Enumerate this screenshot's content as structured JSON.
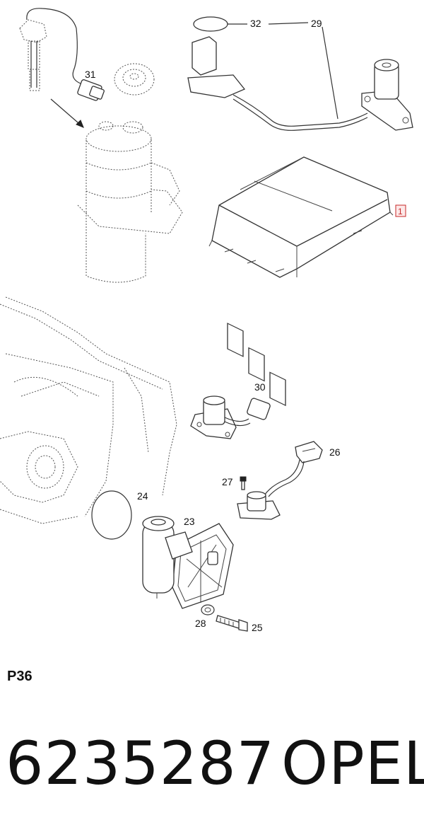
{
  "callouts": {
    "c1": "1",
    "c23": "23",
    "c24": "24",
    "c25": "25",
    "c26": "26",
    "c27": "27",
    "c28": "28",
    "c29": "29",
    "c30": "30",
    "c31": "31",
    "c32": "32"
  },
  "section_code": "P36",
  "part_number": "6235287",
  "manufacturer": "OPEL",
  "colors": {
    "highlight": "#c62828",
    "ink": "#111111"
  }
}
